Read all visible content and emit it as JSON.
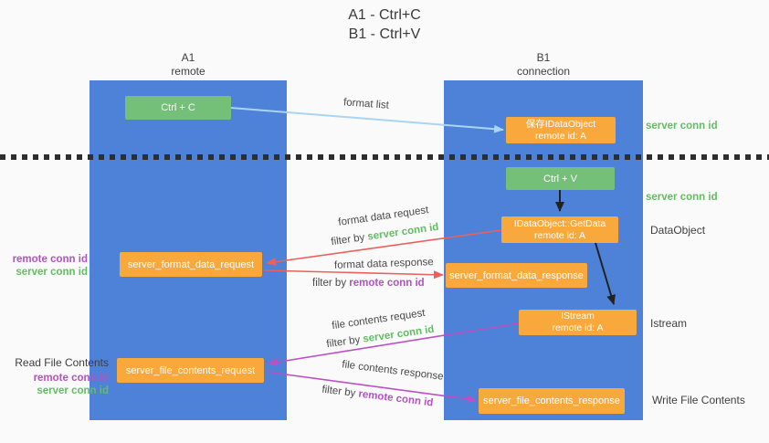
{
  "title": {
    "line1": "A1 - Ctrl+C",
    "line2": "B1 - Ctrl+V"
  },
  "lifelines": {
    "a1": {
      "name": "A1",
      "subtitle": "remote"
    },
    "b1": {
      "name": "B1",
      "subtitle": "connection"
    }
  },
  "nodes": {
    "ctrl_c": {
      "label": "Ctrl + C"
    },
    "save_idataobject": {
      "line1": "保存IDataObject",
      "line2": "remote id: A"
    },
    "ctrl_v": {
      "label": "Ctrl + V"
    },
    "getdata": {
      "line1": "IDataObject::GetData",
      "line2": "remote id: A"
    },
    "format_request": {
      "label": "server_format_data_request"
    },
    "format_response": {
      "label": "server_format_data_response"
    },
    "istream": {
      "line1": "IStream",
      "line2": "remote id: A"
    },
    "file_request": {
      "label": "server_file_contents_request"
    },
    "file_response": {
      "label": "server_file_contents_response"
    }
  },
  "flow": {
    "format_list": "format list",
    "format_data_request": "format data request",
    "format_data_response": "format data response",
    "file_contents_request": "file contents request",
    "file_contents_response": "file contents response",
    "filter_by": "filter by",
    "server_conn_id": "server conn id",
    "remote_conn_id": "remote conn id"
  },
  "annotations": {
    "right": {
      "server_conn_id_1": "server conn id",
      "server_conn_id_2": "server conn id",
      "dataobject": "DataObject",
      "istream": "Istream",
      "write_file_contents": "Write File Contents"
    },
    "left": {
      "remote_conn_id": "remote conn id",
      "server_conn_id": "server conn id",
      "read_file_contents": "Read File Contents"
    }
  },
  "colors": {
    "lifeline_blue": "#4e82d8",
    "node_green": "#74c078",
    "node_orange": "#f9a83c",
    "arrow_light_blue": "#a9d4f2",
    "arrow_red": "#e8615b",
    "arrow_magenta": "#bb50c5",
    "arrow_black": "#222222",
    "label_green": "#62bd62",
    "label_magenta": "#b153c1",
    "text_dark": "#3e3e3e",
    "background": "#fafafa"
  }
}
